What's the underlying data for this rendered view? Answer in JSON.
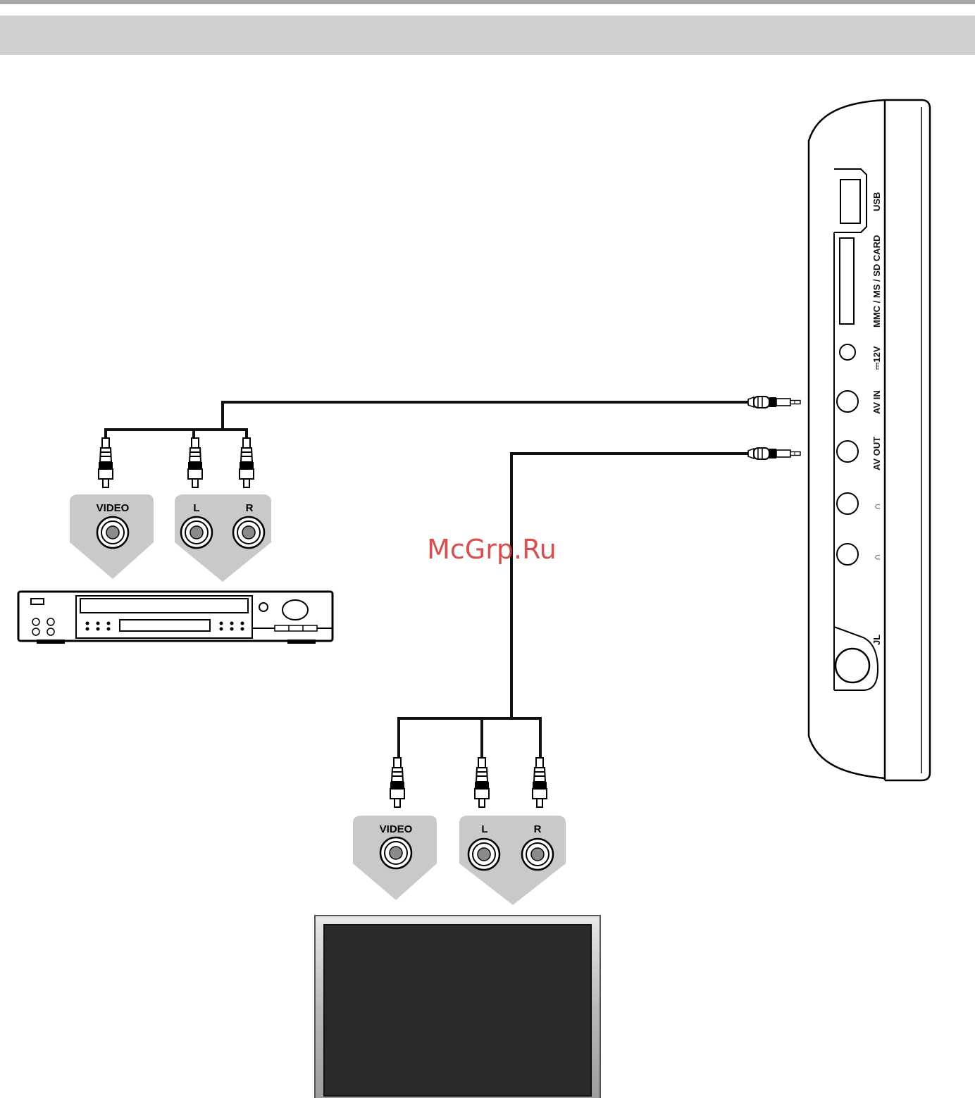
{
  "colors": {
    "header_band": "#cfcfcf",
    "badge": "#c9c9c9",
    "cable": "#111111",
    "watermark": "#d03030",
    "tv_screen": "#2a2a2a"
  },
  "player_ports": {
    "usb": "USB",
    "card": "MMC / MS / SD CARD",
    "dc_in": "⎓12V",
    "av_in": "AV IN",
    "av_out": "AV OUT",
    "phone1": "∩",
    "phone2": "∩",
    "dc_symbol": "JL"
  },
  "vcr_badges": {
    "video": "VIDEO",
    "left": "L",
    "right": "R"
  },
  "tv_badges": {
    "video": "VIDEO",
    "left": "L",
    "right": "R"
  },
  "watermark": "McGrp.Ru"
}
